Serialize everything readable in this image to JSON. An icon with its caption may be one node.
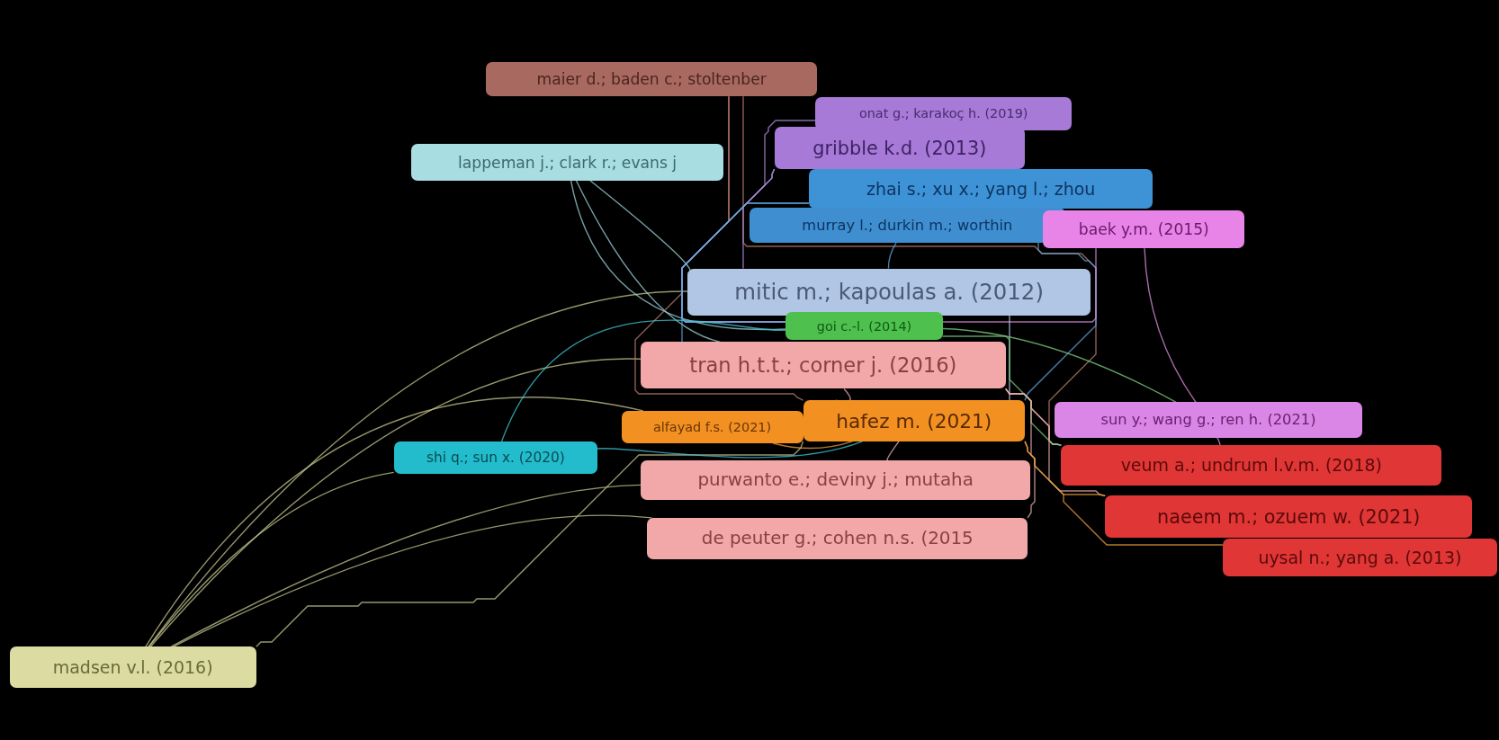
{
  "diagram": {
    "nodes": [
      {
        "text": [
          "maier d.; baden c.; stoltenber"
        ]
      },
      {
        "text": [
          "onat g.; karakoç h. (2019)"
        ]
      },
      {
        "text": [
          "gribble k.d. (2013)"
        ]
      },
      {
        "text": [
          "lappeman j.; clark r.; evans j"
        ]
      },
      {
        "text": [
          "zhai s.; xu x.; yang l.; zhou"
        ]
      },
      {
        "text": [
          "murray l.; durkin m.; worthin"
        ]
      },
      {
        "text": [
          "baek y.m. (2015)"
        ]
      },
      {
        "text": [
          "mitic m.; kapoulas a. (2012)"
        ]
      },
      {
        "text": [
          "goi c.-l. (2014)"
        ]
      },
      {
        "text": [
          "tran h.t.t.; corner j. (2016)"
        ]
      },
      {
        "text": [
          "alfayad f.s. (2021)"
        ]
      },
      {
        "text": [
          "hafez m. (2021)"
        ]
      },
      {
        "text": [
          "sun y.; wang g.; ren h. (2021)"
        ]
      },
      {
        "text": [
          "shi q.; sun x. (2020)"
        ]
      },
      {
        "text": [
          "veum a.; undrum l.v.m. (2018)"
        ]
      },
      {
        "text": [
          "purwanto e.; deviny j.; mutaha"
        ]
      },
      {
        "text": [
          "naeem m.; ozuem w. (2021)"
        ]
      },
      {
        "text": [
          "de peuter g.; cohen n.s. (2015"
        ]
      },
      {
        "text": [
          "uysal n.; yang a. (2013)"
        ]
      },
      {
        "text": [
          "madsen v.l. (2016)"
        ]
      }
    ],
    "edges": [
      {
        "from": 19,
        "to": 7,
        "arrow": "none",
        "color": "#c8c890"
      },
      {
        "from": 19,
        "to": 13,
        "arrow": "none",
        "color": "#c8c890"
      },
      {
        "from": 19,
        "to": 9,
        "arrow": "none",
        "color": "#c8c890"
      },
      {
        "from": 19,
        "to": 17,
        "arrow": "none",
        "color": "#c8c890"
      },
      {
        "from": 19,
        "to": 10,
        "arrow": "none",
        "color": "#c8c890"
      },
      {
        "from": 19,
        "to": 15,
        "arrow": "none",
        "color": "#c8c890"
      },
      {
        "from": 19,
        "to": 11,
        "arrow": "none",
        "color": "#c8c890"
      },
      {
        "from": 3,
        "to": 9,
        "arrow": "none",
        "color": "#9fd6dc"
      },
      {
        "from": 3,
        "to": 7,
        "arrow": "none",
        "color": "#9fd6dc"
      },
      {
        "from": 3,
        "to": 8,
        "arrow": "none",
        "color": "#9fd6dc"
      },
      {
        "from": 0,
        "to": 8,
        "arrow": "none",
        "color": "#c08070"
      },
      {
        "from": 0,
        "to": 14,
        "arrow": "none",
        "color": "#c08070"
      },
      {
        "from": 0,
        "to": 11,
        "arrow": "none",
        "color": "#c08070"
      },
      {
        "from": 2,
        "to": 8,
        "arrow": "none",
        "color": "#b090e0"
      },
      {
        "from": 2,
        "to": 7,
        "arrow": "none",
        "color": "#b090e0"
      },
      {
        "from": 1,
        "to": 8,
        "arrow": "none",
        "color": "#b090e0"
      },
      {
        "from": 4,
        "to": 8,
        "arrow": "none",
        "color": "#60a8e0"
      },
      {
        "from": 4,
        "to": 9,
        "arrow": "none",
        "color": "#60a8e0"
      },
      {
        "from": 5,
        "to": 7,
        "arrow": "none",
        "color": "#60a8e0"
      },
      {
        "from": 5,
        "to": 11,
        "arrow": "none",
        "color": "#60a8e0"
      },
      {
        "from": 6,
        "to": 8,
        "arrow": "none",
        "color": "#e090e0"
      },
      {
        "from": 6,
        "to": 12,
        "arrow": "none",
        "color": "#e090e0"
      },
      {
        "from": 7,
        "to": 11,
        "arrow": "none",
        "color": "#c0d0f0"
      },
      {
        "from": 9,
        "to": 11,
        "arrow": "none",
        "color": "#f0b0b0"
      },
      {
        "from": 9,
        "to": 14,
        "arrow": "none",
        "color": "#f0b0b0"
      },
      {
        "from": 9,
        "to": 16,
        "arrow": "none",
        "color": "#f0b0b0"
      },
      {
        "from": 8,
        "to": 12,
        "arrow": "none",
        "color": "#80d080"
      },
      {
        "from": 8,
        "to": 14,
        "arrow": "none",
        "color": "#80d080"
      },
      {
        "from": 13,
        "to": 8,
        "arrow": "none",
        "color": "#40c8d8"
      },
      {
        "from": 13,
        "to": 11,
        "arrow": "none",
        "color": "#40c8d8"
      },
      {
        "from": 10,
        "to": 11,
        "arrow": "none",
        "color": "#f0a040"
      },
      {
        "from": 15,
        "to": 11,
        "arrow": "none",
        "color": "#f0b0b0"
      },
      {
        "from": 17,
        "to": 9,
        "arrow": "none",
        "color": "#f0b0b0"
      },
      {
        "from": 11,
        "to": 16,
        "arrow": "none",
        "color": "#f0a040"
      },
      {
        "from": 11,
        "to": 18,
        "arrow": "none",
        "color": "#f0a040"
      },
      {
        "from": 12,
        "to": 14,
        "arrow": "none",
        "color": "#d890e0"
      }
    ]
  }
}
